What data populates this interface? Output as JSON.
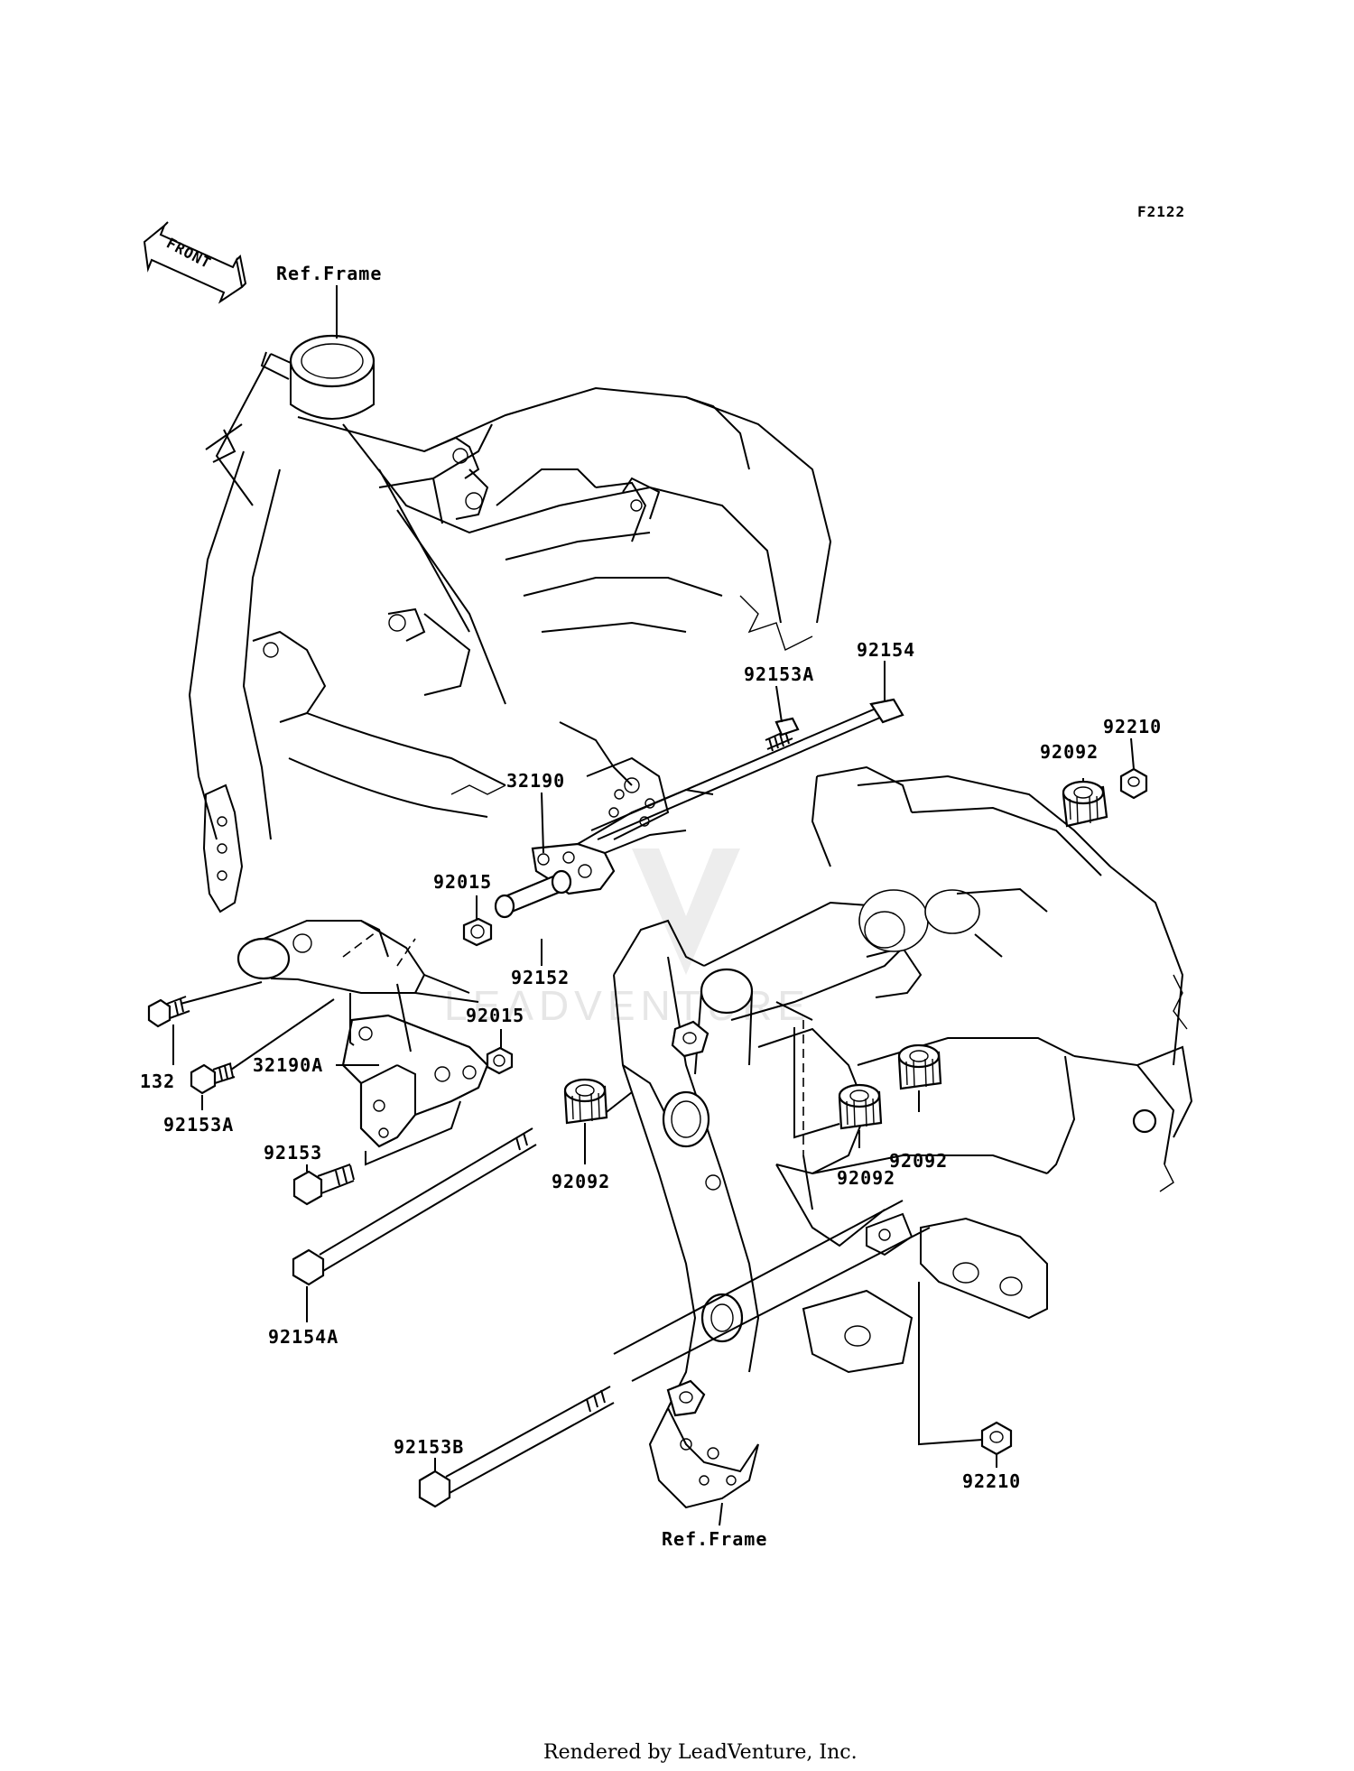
{
  "diagram": {
    "figure_code": "F2122",
    "front_arrow_label": "FRONT",
    "watermark": "LEADVENTURE",
    "footer": "Rendered by LeadVenture, Inc.",
    "labels": {
      "ref_frame_top": "Ref.Frame",
      "ref_frame_bottom": "Ref.Frame",
      "p92154": "92154",
      "p92153A_top": "92153A",
      "p92210_top": "92210",
      "p92092_top": "92092",
      "p32190": "32190",
      "p92015_top": "92015",
      "p92152": "92152",
      "p92015_mid": "92015",
      "p132": "132",
      "p32190A": "32190A",
      "p92153A_left": "92153A",
      "p92153": "92153",
      "p92092_left": "92092",
      "p92092_right": "92092",
      "p92092_center": "92092",
      "p92154A": "92154A",
      "p92153B": "92153B",
      "p92210_bottom": "92210"
    }
  }
}
